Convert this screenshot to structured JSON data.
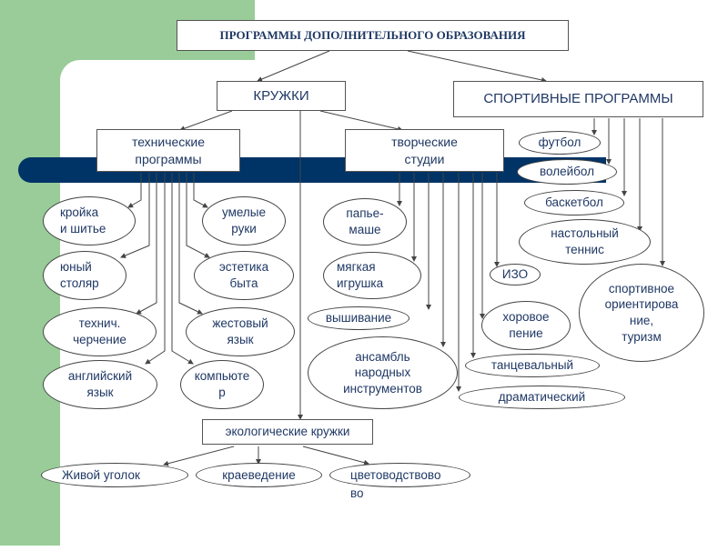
{
  "title": "ПРОГРАММЫ ДОПОЛНИТЕЛЬНОГО ОБРАЗОВАНИЯ",
  "branches": {
    "clubs": "КРУЖКИ",
    "sports": "СПОРТИВНЫЕ ПРОГРАММЫ"
  },
  "clubs": {
    "technical": {
      "label": "технические\nпрограммы",
      "left_items": [
        "кройка\nи шитье",
        "юный\nстоляр",
        "технич.\nчерчение",
        "английский\nязык"
      ],
      "right_items": [
        "умелые\nруки",
        "эстетика\nбыта",
        "жестовый\nязык",
        "компьюте\nр"
      ]
    },
    "creative": {
      "label": "творческие\nстудии",
      "items": [
        "папье-\nмаше",
        "мягкая\nигрушка",
        "вышивание",
        "ансамбль\nнародных\nинструментов",
        "ИЗО",
        "хоровое\nпение",
        "танцевальный",
        "драматический"
      ]
    },
    "ecological": {
      "label": "экологические кружки",
      "items": [
        "Живой уголок",
        "краеведение",
        "цветоводствово"
      ],
      "overflow_text": "во"
    }
  },
  "sports": {
    "items": [
      "футбол",
      "волейбол",
      "баскетбол",
      "настольный\nтеннис",
      "спортивное\nориентирова\nние,\nтуризм"
    ]
  },
  "colors": {
    "text": "#1f3864",
    "green_bg": "#99cc99",
    "blue_bar": "#003366"
  }
}
